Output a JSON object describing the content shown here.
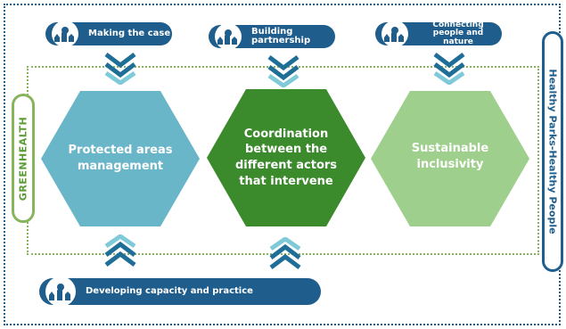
{
  "top_tags": [
    {
      "label": "Making the case",
      "icon": "tree-house-icon"
    },
    {
      "label": "Building partnership",
      "icon": "tree-house-icon"
    },
    {
      "label": "Connecting people and nature",
      "icon": "tree-house-icon"
    }
  ],
  "hexagons": [
    {
      "label": "Protected areas management",
      "color": "#6ab6c9"
    },
    {
      "label": "Coordination between the different actors that intervene",
      "color": "#3b8a2c"
    },
    {
      "label": "Sustainable inclusivity",
      "color": "#9fcf8c"
    }
  ],
  "bottom_tag": {
    "label": "Developing capacity and practice",
    "icon": "tree-house-icon"
  },
  "left_label": "GREENHEALTH",
  "right_label": "Healthy Parks-Healthy People",
  "colors": {
    "navy": "#1f5e8c",
    "green_dots": "#88b45e",
    "chevron_dark": "#1f6e97",
    "chevron_light": "#7fcad8"
  }
}
